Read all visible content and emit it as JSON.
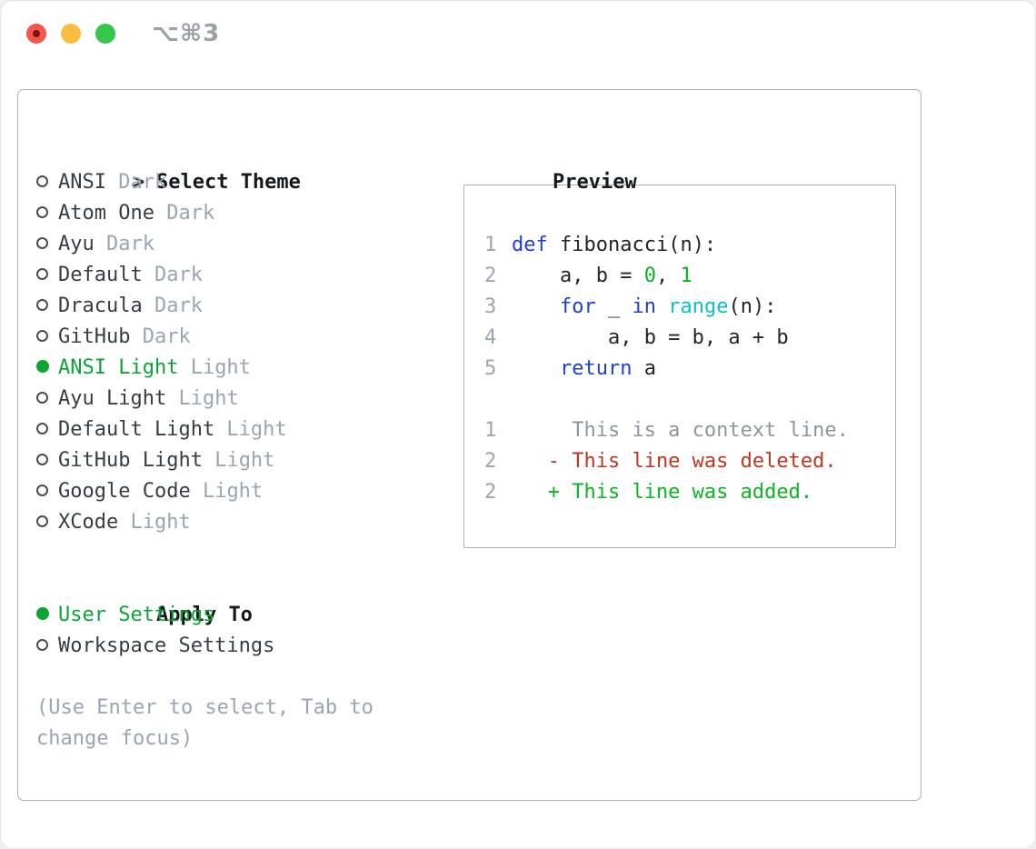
{
  "window": {
    "shortcut": "⌥⌘3",
    "traffic_lights": [
      {
        "name": "close",
        "color": "#f4564c"
      },
      {
        "name": "minimize",
        "color": "#fbbd3f"
      },
      {
        "name": "zoom",
        "color": "#34c74c"
      }
    ]
  },
  "theme_picker": {
    "prompt": ">",
    "title": "Select Theme",
    "items": [
      {
        "name": "ANSI",
        "variant": "Dark",
        "selected": false
      },
      {
        "name": "Atom One",
        "variant": "Dark",
        "selected": false
      },
      {
        "name": "Ayu",
        "variant": "Dark",
        "selected": false
      },
      {
        "name": "Default",
        "variant": "Dark",
        "selected": false
      },
      {
        "name": "Dracula",
        "variant": "Dark",
        "selected": false
      },
      {
        "name": "GitHub",
        "variant": "Dark",
        "selected": false
      },
      {
        "name": "ANSI Light",
        "variant": "Light",
        "selected": true
      },
      {
        "name": "Ayu Light",
        "variant": "Light",
        "selected": false
      },
      {
        "name": "Default Light",
        "variant": "Light",
        "selected": false
      },
      {
        "name": "GitHub Light",
        "variant": "Light",
        "selected": false
      },
      {
        "name": "Google Code",
        "variant": "Light",
        "selected": false
      },
      {
        "name": "XCode",
        "variant": "Light",
        "selected": false
      }
    ],
    "apply_to": {
      "title": "Apply To",
      "options": [
        {
          "label": "User Settings",
          "selected": true
        },
        {
          "label": "Workspace Settings",
          "selected": false
        }
      ]
    },
    "hint": "(Use Enter to select, Tab to change focus)"
  },
  "preview": {
    "title": "Preview",
    "code_lines": [
      {
        "num": "1",
        "tokens": [
          {
            "style": "keyword",
            "text": "def"
          },
          {
            "style": "plain",
            "text": " fibonacci(n):"
          }
        ]
      },
      {
        "num": "2",
        "tokens": [
          {
            "style": "plain",
            "text": "    a, b = "
          },
          {
            "style": "number",
            "text": "0"
          },
          {
            "style": "plain",
            "text": ", "
          },
          {
            "style": "number",
            "text": "1"
          }
        ]
      },
      {
        "num": "3",
        "tokens": [
          {
            "style": "plain",
            "text": "    "
          },
          {
            "style": "keyword",
            "text": "for"
          },
          {
            "style": "plain",
            "text": " _ "
          },
          {
            "style": "keyword",
            "text": "in"
          },
          {
            "style": "plain",
            "text": " "
          },
          {
            "style": "builtin",
            "text": "range"
          },
          {
            "style": "plain",
            "text": "(n):"
          }
        ]
      },
      {
        "num": "4",
        "tokens": [
          {
            "style": "plain",
            "text": "        a, b = b, a + b"
          }
        ]
      },
      {
        "num": "5",
        "tokens": [
          {
            "style": "plain",
            "text": "    "
          },
          {
            "style": "keyword",
            "text": "return"
          },
          {
            "style": "plain",
            "text": " a"
          }
        ]
      }
    ],
    "diff_lines": [
      {
        "num": "1",
        "style": "context",
        "text": "     This is a context line."
      },
      {
        "num": "2",
        "style": "deleted",
        "text": "   - This line was deleted."
      },
      {
        "num": "2",
        "style": "added",
        "text": "   + This line was added."
      }
    ]
  },
  "colors": {
    "accent_green": "#0ca534",
    "code_green": "#0db41f",
    "code_blue": "#1b3ed8",
    "code_cyan": "#0abfcc",
    "diff_red": "#c0351f",
    "muted_gray": "#9aa5b4",
    "text_dark": "#22262b",
    "panel_border": "#a8b0ba"
  }
}
